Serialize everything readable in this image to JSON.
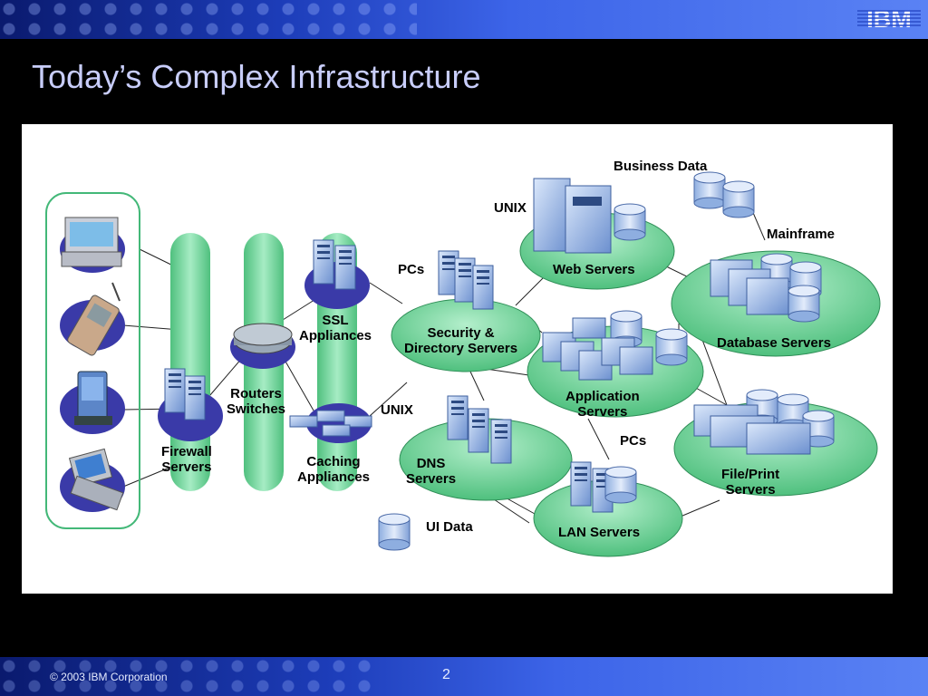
{
  "header": {
    "logo_text": "IBM",
    "title": "Today’s Complex Infrastructure"
  },
  "footer": {
    "copyright": "© 2003 IBM Corporation",
    "page_number": "2"
  },
  "diagram": {
    "labels": {
      "firewall": [
        "Firewall",
        "Servers"
      ],
      "routers": [
        "Routers",
        "Switches"
      ],
      "ssl": [
        "SSL",
        "Appliances"
      ],
      "caching": [
        "Caching",
        "Appliances"
      ],
      "pcs_top": "PCs",
      "security": [
        "Security &",
        "Directory Servers"
      ],
      "unix_top": "UNIX",
      "unix_mid": "UNIX",
      "web": "Web Servers",
      "business_data": "Business Data",
      "mainframe": "Mainframe",
      "database": "Database Servers",
      "application": [
        "Application",
        "Servers"
      ],
      "dns": [
        "DNS",
        "Servers"
      ],
      "pcs_bottom": "PCs",
      "file_print": [
        "File/Print",
        "Servers"
      ],
      "lan": "LAN Servers",
      "ui_data": "UI Data"
    }
  },
  "colors": {
    "ellipse_green": "#6fd49a",
    "device_blue": "#3a3aa8",
    "server_blue": "#7fa6e0"
  }
}
